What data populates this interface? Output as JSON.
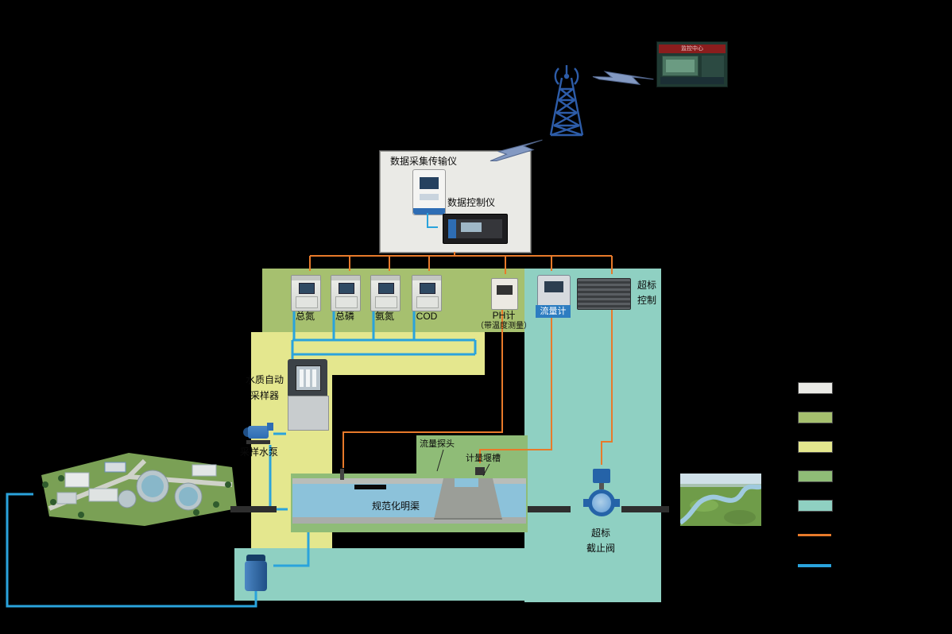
{
  "monitoring_center": {
    "banner": "监控中心"
  },
  "daq": {
    "transmitter": "数据采集传输仪",
    "controller": "数据控制仪"
  },
  "analyzers": {
    "items": [
      {
        "label": "总氮"
      },
      {
        "label": "总磷"
      },
      {
        "label": "氨氮"
      },
      {
        "label": "COD"
      }
    ]
  },
  "ph": {
    "label": "PH计",
    "note": "（带温度测量）"
  },
  "flow_meter": {
    "label": "流量计"
  },
  "overlimit_control": {
    "line1": "超标",
    "line2": "控制"
  },
  "sampler": {
    "line1": "水质自动",
    "line2": "采样器"
  },
  "sampling_pump": {
    "label": "采样水泵"
  },
  "channel": {
    "label": "规范化明渠",
    "flow_probe": "流量探头",
    "weir": "计量堰槽"
  },
  "shutoff_valve": {
    "line1": "超标",
    "line2": "截止阀"
  },
  "colors": {
    "orange_line": "#e87a2a",
    "blue_line": "#2aa3dc",
    "band_green": "#a6c06f",
    "band_yellow": "#e4e78e",
    "band_dark_green": "#8fbc77",
    "band_teal": "#8fd0c2",
    "box_gray": "#eaeae6",
    "pipe_dark": "#2e2e2e",
    "tower_blue": "#2d5ca8"
  },
  "legend": {
    "items": [
      {
        "kind": "swatch",
        "color": "#eaeae6"
      },
      {
        "kind": "swatch",
        "color": "#a6c06f"
      },
      {
        "kind": "swatch",
        "color": "#e4e78e"
      },
      {
        "kind": "swatch",
        "color": "#8fbc77"
      },
      {
        "kind": "swatch",
        "color": "#8fd0c2"
      },
      {
        "kind": "line",
        "color": "#e87a2a"
      },
      {
        "kind": "line",
        "color": "#2aa3dc"
      }
    ]
  }
}
